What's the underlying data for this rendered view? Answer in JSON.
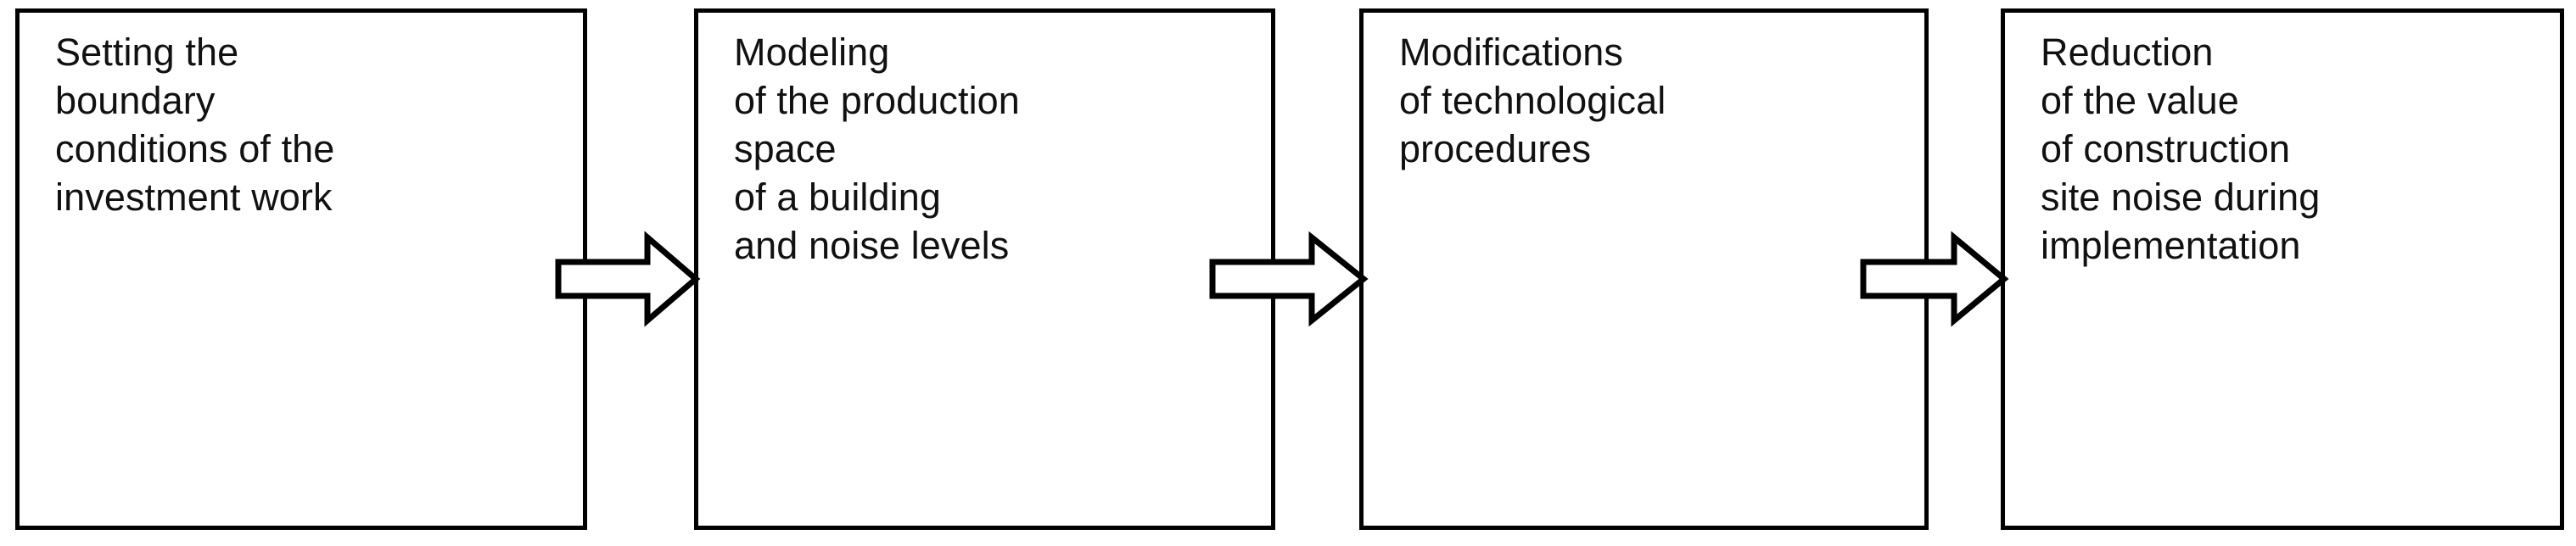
{
  "diagram": {
    "type": "process-flow",
    "orientation": "horizontal",
    "title": "",
    "background_color": "#ffffff",
    "box_border_color": "#000000",
    "text_color": "#111111",
    "arrow_style": "hollow-block-arrow",
    "step_count": 4,
    "arrow_count": 3,
    "steps": [
      {
        "id": "step-1",
        "index": 1,
        "text": "Setting the\nboundary\nconditions of the\ninvestment work",
        "lines": [
          "Setting the",
          "boundary",
          "conditions of the",
          "investment work"
        ]
      },
      {
        "id": "step-2",
        "index": 2,
        "text": "Modeling\nof the production\nspace\nof a building\nand noise levels",
        "lines": [
          "Modeling",
          "of the production",
          "space",
          "of a building",
          "and noise levels"
        ]
      },
      {
        "id": "step-3",
        "index": 3,
        "text": "Modifications\nof technological\nprocedures",
        "lines": [
          "Modifications",
          "of technological",
          "procedures"
        ]
      },
      {
        "id": "step-4",
        "index": 4,
        "text": "Reduction\nof the value\nof construction\nsite noise during\nimplementation",
        "lines": [
          "Reduction",
          "of the value",
          "of construction",
          "site noise during",
          "implementation"
        ]
      }
    ],
    "connectors": [
      {
        "id": "arrow-1",
        "from": "step-1",
        "to": "step-2",
        "direction": "right"
      },
      {
        "id": "arrow-2",
        "from": "step-2",
        "to": "step-3",
        "direction": "right"
      },
      {
        "id": "arrow-3",
        "from": "step-3",
        "to": "step-4",
        "direction": "right"
      }
    ]
  }
}
